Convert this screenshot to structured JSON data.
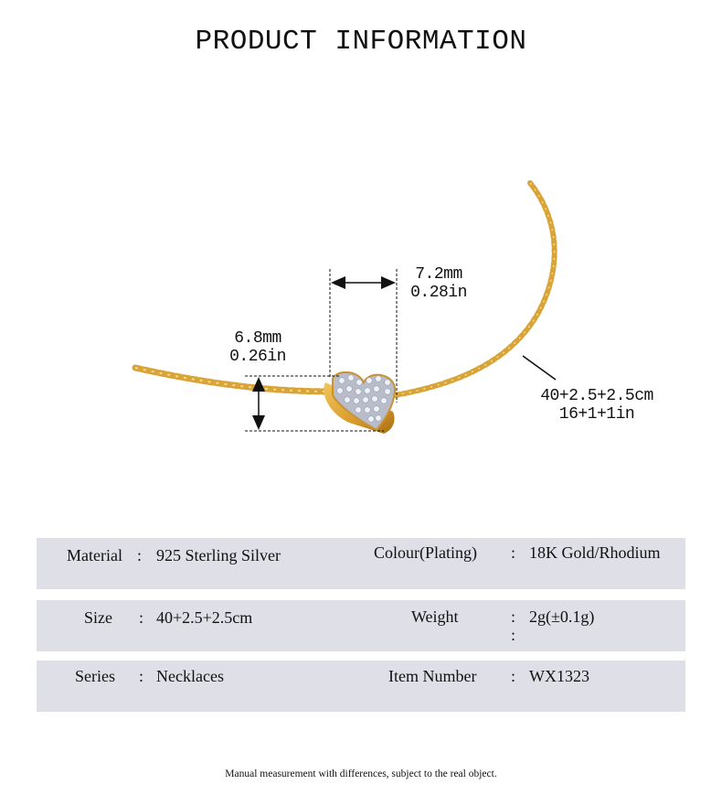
{
  "header": {
    "title": "PRODUCT INFORMATION"
  },
  "product_image": {
    "subject": "gold chain necklace with pavé heart pendant",
    "colors": {
      "gold": "#d9a437",
      "gold_dark": "#b07a1c",
      "stone": "#dfe3ee"
    },
    "dimensions": {
      "width_mm": "7.2mm",
      "width_in": "0.28in",
      "height_mm": "6.8mm",
      "height_in": "0.26in",
      "chain_cm": "40+2.5+2.5cm",
      "chain_in": "16+1+1in"
    }
  },
  "specs": {
    "row_bg": "#dfe0e7",
    "rows": [
      {
        "left": {
          "label": "Material",
          "sep": ":",
          "value": "925 Sterling Silver"
        },
        "right": {
          "label": "Colour(Plating)",
          "sep": ":",
          "value": "18K Gold/Rhodium"
        }
      },
      {
        "left": {
          "label": "Size",
          "sep": ":",
          "value": "40+2.5+2.5cm"
        },
        "right": {
          "label": "Weight",
          "sep": ":",
          "value": "2g(±0.1g)",
          "extra_sep": ":"
        }
      },
      {
        "left": {
          "label": "Series",
          "sep": ":",
          "value": "Necklaces"
        },
        "right": {
          "label": "Item Number",
          "sep": ":",
          "value": "WX1323"
        }
      }
    ]
  },
  "footer": {
    "note": "Manual measurement with differences, subject to the real object."
  }
}
